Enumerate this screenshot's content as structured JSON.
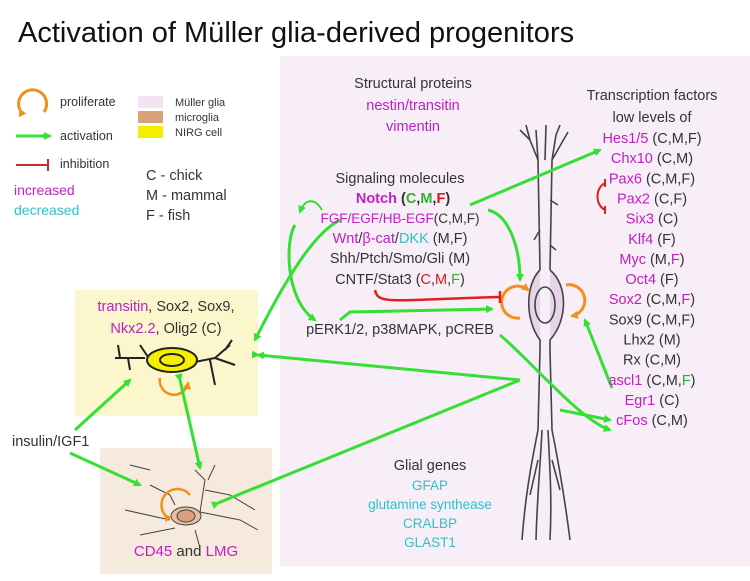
{
  "title": "Activation of Müller glia-derived progenitors",
  "colors": {
    "increased": "#c020c0",
    "decreased": "#30c0c8",
    "activation": "#33e033",
    "inhibition": "#d01818",
    "proliferate": "#f0901e",
    "muller": "#f7eef7",
    "microglia": "#d8a27c",
    "nirg": "#f5ee00"
  },
  "legend": {
    "proliferate": "proliferate",
    "activation": "activation",
    "inhibition": "inhibition",
    "increased": "increased",
    "decreased": "decreased",
    "muller": "Müller glia",
    "microglia": "microglia",
    "nirg": "NIRG cell",
    "chick": "C - chick",
    "mammal": "M - mammal",
    "fish": "F - fish"
  },
  "structural": {
    "heading": "Structural proteins",
    "items": [
      "nestin/transitin",
      "vimentin"
    ]
  },
  "signaling": {
    "heading": "Signaling molecules",
    "notch": [
      "Notch",
      "(",
      "C",
      ",",
      "M",
      ",",
      "F",
      ")"
    ],
    "fgf": [
      "FGF/EGF/HB-EGF",
      "(C,M,F)"
    ],
    "wnt": [
      "Wnt",
      "/",
      "β-cat",
      "/",
      "DKK",
      " (M,F)"
    ],
    "shh": "Shh/Ptch/Smo/Gli (M)",
    "cntf": [
      "CNTF/Stat3 (",
      "C",
      ",",
      "M",
      ",",
      "F",
      ")"
    ],
    "perk": "pERK1/2, p38MAPK, pCREB"
  },
  "transcription": {
    "heading": "Transcription factors",
    "subheading": "low levels of",
    "items": [
      {
        "name": "Hes1/5",
        "species": " (C,M,F)",
        "inc": true
      },
      {
        "name": "Chx10",
        "species": " (C,M)",
        "inc": true
      },
      {
        "name": "Pax6",
        "species": " (C,M,F)",
        "inc": true
      },
      {
        "name": "Pax2",
        "species": " (C,F)",
        "inc": true
      },
      {
        "name": "Six3",
        "species": " (C)",
        "inc": true
      },
      {
        "name": "Klf4",
        "species": " (F)",
        "inc": true
      },
      {
        "name": "Myc",
        "species": " (M,",
        "extra": "F",
        "tail": ")",
        "inc": true,
        "extra_color": "mag"
      },
      {
        "name": "Oct4",
        "species": " (F)",
        "inc": true
      },
      {
        "name": "Sox2",
        "species": " (C,M,",
        "extra": "F",
        "tail": ")",
        "inc": true,
        "extra_color": "mag"
      },
      {
        "name": "Sox9",
        "species": " (C,M,F)",
        "inc": false
      },
      {
        "name": "Lhx2",
        "species": " (M)",
        "inc": false
      },
      {
        "name": "Rx",
        "species": " (C,M)",
        "inc": false
      },
      {
        "name": "ascl1",
        "species": " (C,M,",
        "extra": "F",
        "tail": ")",
        "inc": true,
        "extra_color": "gr"
      },
      {
        "name": "Egr1",
        "species": " (C)",
        "inc": true
      },
      {
        "name": "cFos",
        "species": " (C,M)",
        "inc": true
      }
    ]
  },
  "nirg": {
    "line1": [
      "transitin",
      ", Sox2, Sox9,"
    ],
    "line2": [
      "Nkx2.2",
      ", Olig2 (C)"
    ]
  },
  "microglia_label": [
    "CD45",
    " and ",
    "LMG"
  ],
  "insulin": "insulin/IGF1",
  "glial": {
    "heading": "Glial genes",
    "items": [
      "GFAP",
      "glutamine synthease",
      "CRALBP",
      "GLAST1"
    ]
  }
}
